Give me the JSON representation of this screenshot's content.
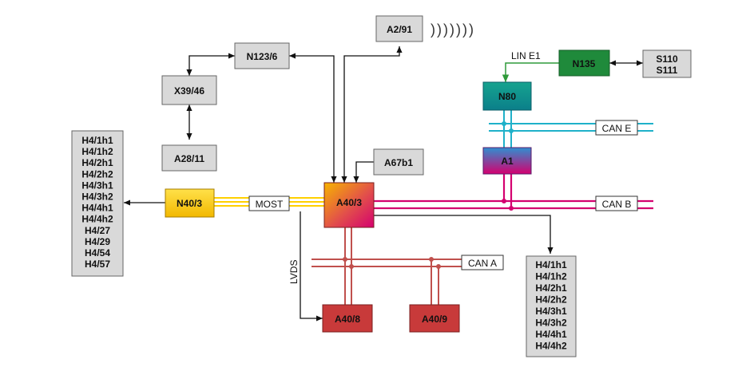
{
  "nodes": {
    "a2_91": "A2/91",
    "n123_6": "N123/6",
    "x39_46": "X39/46",
    "a28_11": "A28/11",
    "a67b1": "A67b1",
    "n40_3": "N40/3",
    "a40_3": "A40/3",
    "n135": "N135",
    "s110_s111": [
      "S110",
      "S111"
    ],
    "n80": "N80",
    "a1": "A1",
    "a40_8": "A40/8",
    "a40_9": "A40/9"
  },
  "left_list": [
    "H4/1h1",
    "H4/1h2",
    "H4/2h1",
    "H4/2h2",
    "H4/3h1",
    "H4/3h2",
    "H4/4h1",
    "H4/4h2",
    "H4/27",
    "H4/29",
    "H4/54",
    "H4/57"
  ],
  "right_list": [
    "H4/1h1",
    "H4/1h2",
    "H4/2h1",
    "H4/2h2",
    "H4/3h1",
    "H4/3h2",
    "H4/4h1",
    "H4/4h2"
  ],
  "bus_labels": {
    "lin_e1": "LIN E1",
    "can_e": "CAN E",
    "can_b": "CAN B",
    "most": "MOST",
    "can_a": "CAN A",
    "lvds": "LVDS"
  },
  "wireless_arcs": ")))))))",
  "colors": {
    "box_gray": "#d9d9d9",
    "most_yellow": "#ffd000",
    "can_b_magenta": "#d4006f",
    "can_e_cyan": "#1fb1c9",
    "can_a_red": "#c0504d",
    "lin_green": "#2f9a3a",
    "n135_green": "#1f8a3b",
    "n80_teal": "#0e9b8a",
    "a40_red": "#c83a3a"
  }
}
